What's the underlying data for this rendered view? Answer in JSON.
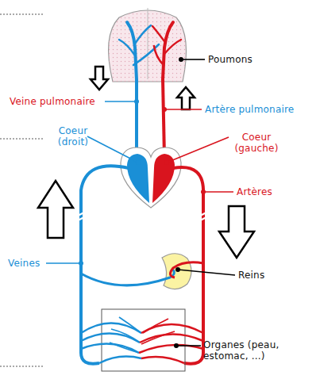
{
  "diagram": {
    "labels": [
      "Poumons",
      "Veine pulmonaire",
      "Artère pulmonaire",
      "Coeur (droit)",
      "Coeur (gauche)",
      "Artères",
      "Veines",
      "Reins",
      "Organes (peau, estomac, ...)"
    ]
  }
}
